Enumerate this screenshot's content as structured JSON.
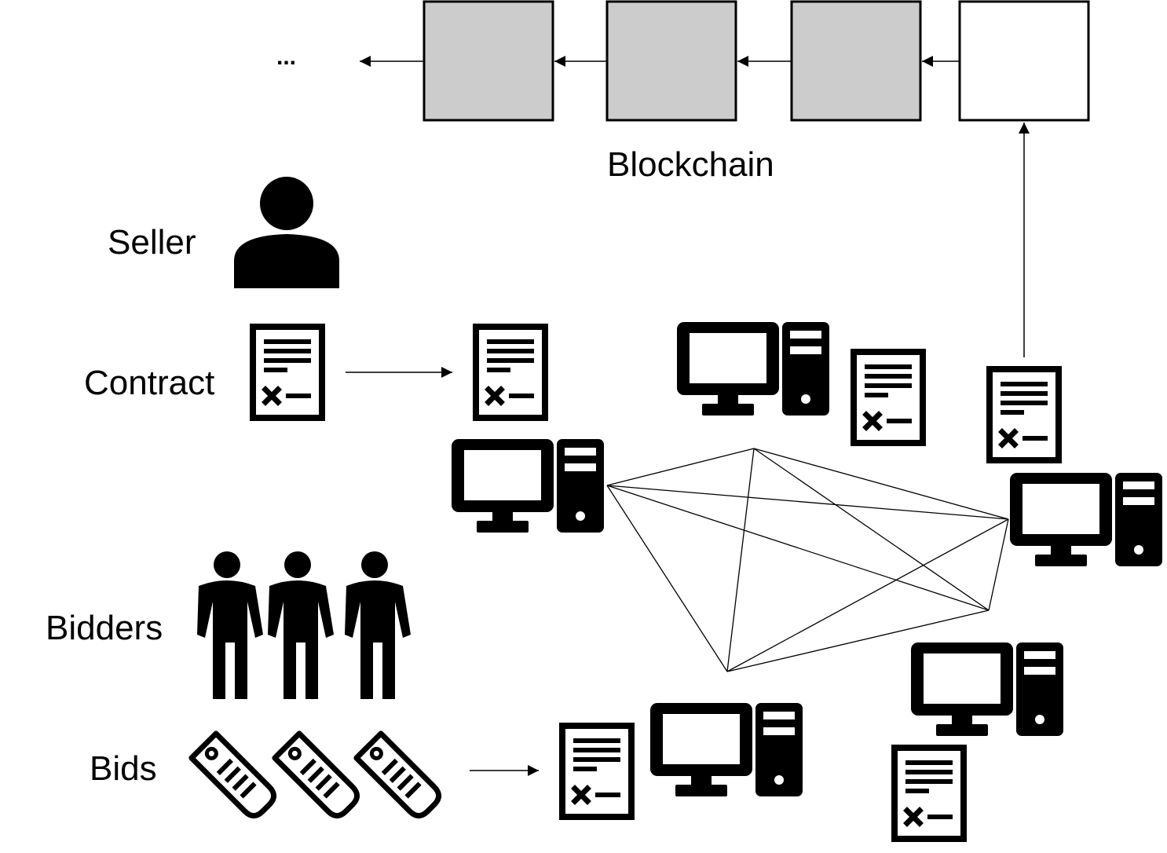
{
  "labels": {
    "ellipsis": "...",
    "blockchain": "Blockchain",
    "seller": "Seller",
    "contract": "Contract",
    "bidders": "Bidders",
    "bids": "Bids"
  },
  "colors": {
    "committed_block": "#cccccc",
    "new_block": "#ffffff",
    "icon": "#000000"
  },
  "blockchain": {
    "blocks": [
      {
        "state": "committed"
      },
      {
        "state": "committed"
      },
      {
        "state": "committed"
      },
      {
        "state": "new"
      }
    ]
  },
  "icons": [
    "person-icon",
    "group-icon",
    "contract-icon",
    "price-tag-icon",
    "computer-icon"
  ]
}
